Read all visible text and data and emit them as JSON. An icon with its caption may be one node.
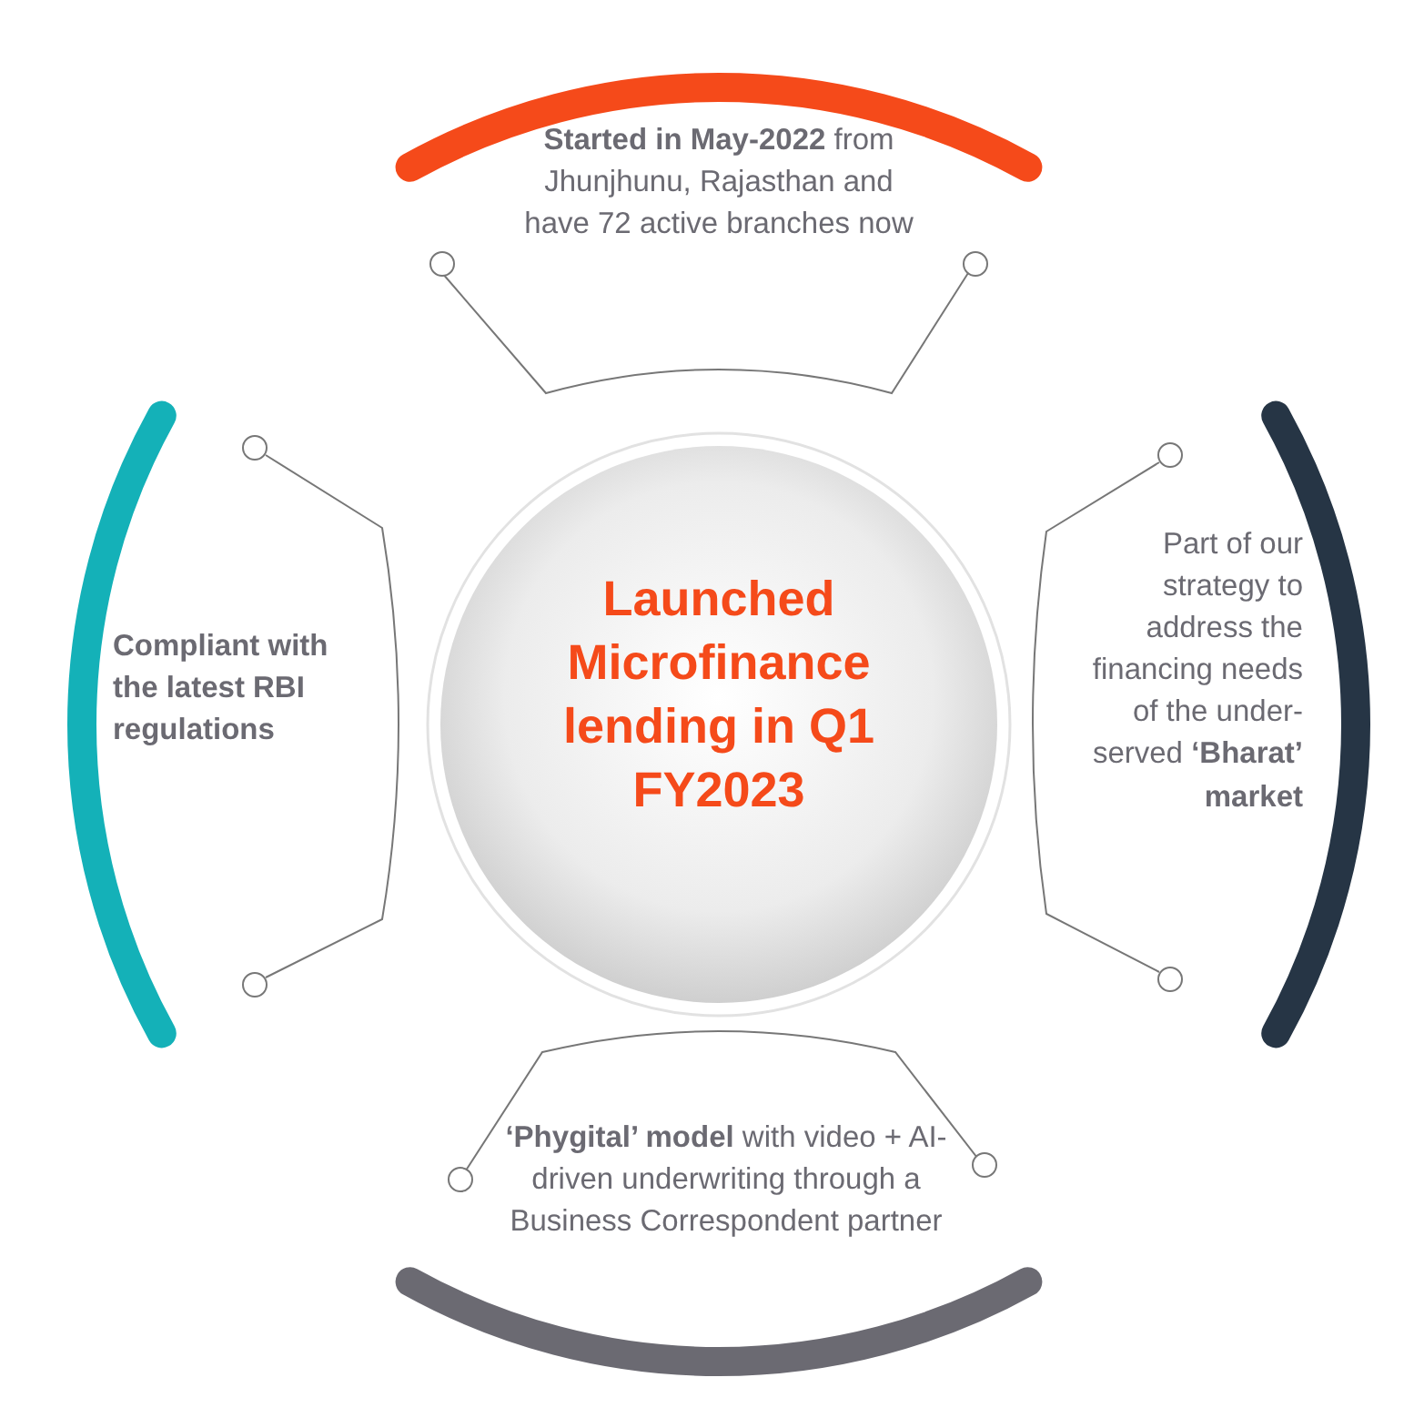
{
  "diagram": {
    "nodes": [
      {
        "text": [
          "Launched Microfinance lending in Q1 FY2023"
        ]
      },
      {
        "text": [
          "**Started in May-2022** from Jhunjhunu, Rajasthan and have 72 active branches now"
        ]
      },
      {
        "text": [
          "Compliant with the latest RBI regulations"
        ]
      },
      {
        "text": [
          "Part of our strategy to address the financing needs of the under-served **‘Bharat’ market**"
        ]
      },
      {
        "text": [
          "**‘Phygital’ model** with video + AI-driven underwriting through a Business Correspondent partner"
        ]
      }
    ]
  }
}
